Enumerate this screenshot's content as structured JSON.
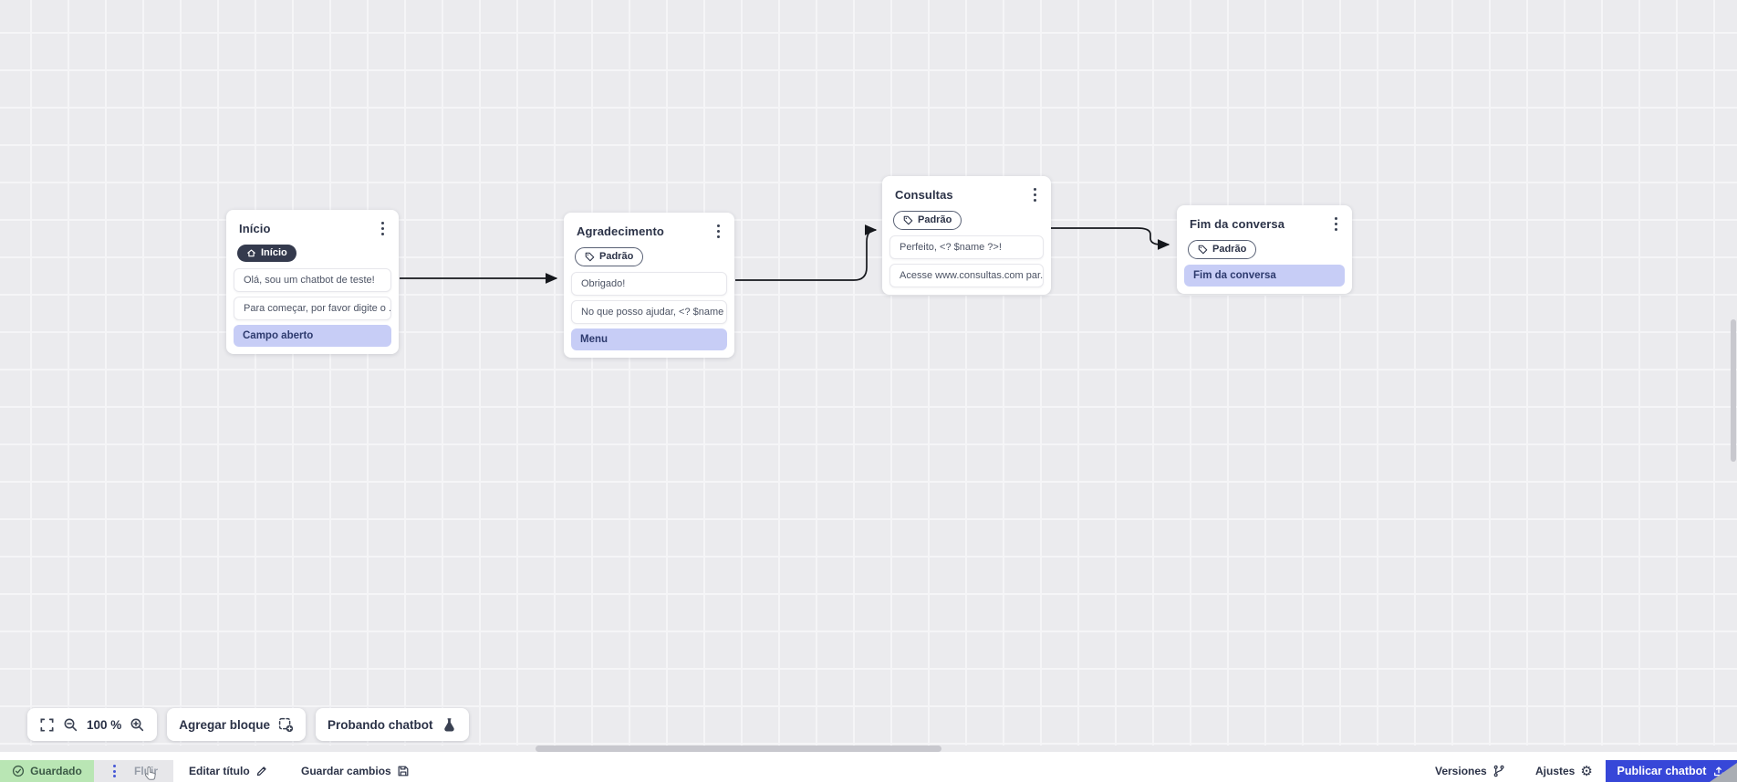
{
  "flow": {
    "nodes": [
      {
        "title": "Início",
        "badge": "Início",
        "messages": [
          "Olá, sou um chatbot de teste!",
          "Para começar, por favor digite o ..."
        ],
        "action": "Campo aberto"
      },
      {
        "title": "Agradecimento",
        "badge": "Padrão",
        "messages": [
          "Obrigado!",
          "No que posso ajudar, <? $name ..."
        ],
        "action": "Menu"
      },
      {
        "title": "Consultas",
        "badge": "Padrão",
        "messages": [
          "Perfeito, <? $name ?>!",
          "Acesse www.consultas.com par..."
        ]
      },
      {
        "title": "Fim da conversa",
        "badge": "Padrão",
        "action": "Fim da conversa"
      }
    ]
  },
  "controls": {
    "zoom_level": "100 %",
    "add_block": "Agregar bloque",
    "test_chatbot": "Probando chatbot"
  },
  "statusbar": {
    "saved": "Guardado",
    "flow_tab": "Fluir",
    "edit_title": "Editar título",
    "save_changes": "Guardar cambios",
    "versions": "Versiones",
    "settings": "Ajustes",
    "publish": "Publicar chatbot"
  },
  "colors": {
    "accent_blue": "#3747d8",
    "saved_green_bg": "#b9e6b4",
    "saved_green_text": "#3c5a46",
    "action_lavender": "#c7cdf6",
    "badge_dark": "#343a4d",
    "edge": "#15171c",
    "canvas_bg": "#ebebee"
  }
}
